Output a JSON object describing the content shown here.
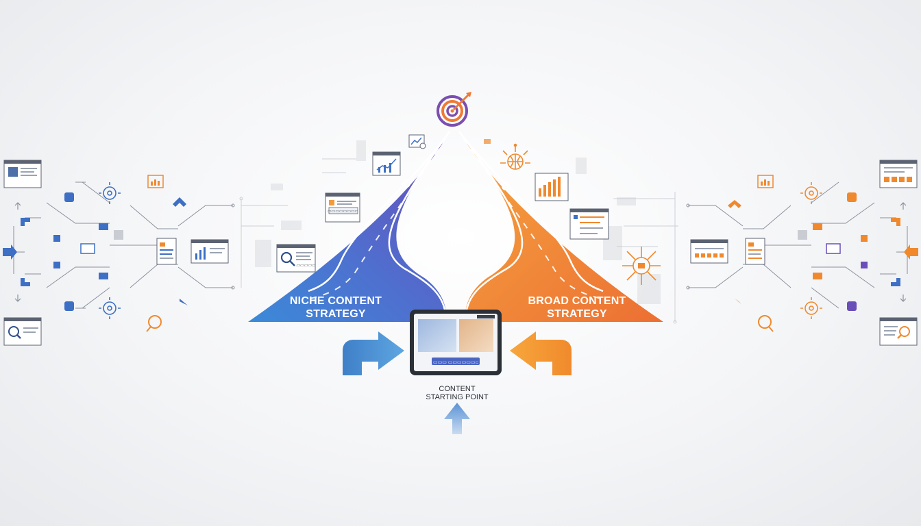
{
  "niche": {
    "line1": "NICHE CONTENT",
    "line2": "STRATEGY",
    "color_top": "#6a4fb8",
    "color_bottom": "#3f86d6"
  },
  "broad": {
    "line1": "BROAD CONTENT",
    "line2": "STRATEGY",
    "color_top": "#f39a3c",
    "color_bottom": "#ec7630"
  },
  "start": {
    "line1": "CONTENT",
    "line2": "STARTING POINT"
  },
  "tablet": {
    "button_text": "▭▭▭ ▭▭▭▭▭▭▭▭"
  },
  "card_badge": {
    "text": "▭▭▭▭▭▭▭▭▭"
  },
  "card_search": {
    "text": "▭▭▭▭▭▭"
  },
  "icons": [
    "target-icon",
    "magnifier-icon",
    "bar-chart-icon",
    "globe-icon",
    "network-icon",
    "gear-icon",
    "arrow-icon"
  ]
}
